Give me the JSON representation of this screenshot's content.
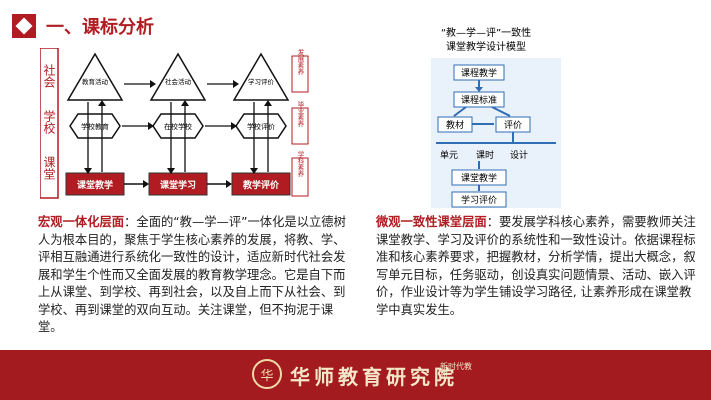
{
  "header": {
    "title": "一、课标分析"
  },
  "left_diagram": {
    "row_labels": [
      "社会",
      "学校",
      "课堂"
    ],
    "columns": [
      {
        "top": "教育活动",
        "middle": "学校教育",
        "bottom": "课堂教学"
      },
      {
        "top": "社会活动",
        "middle": "在校学校",
        "bottom": "课堂学习"
      },
      {
        "top": "学习评价",
        "middle": "学校评价",
        "bottom": "教学评价"
      }
    ],
    "side_labels": [
      "发展素养",
      "毕业素养",
      "学科素养"
    ]
  },
  "right_diagram": {
    "title_line1": "“教—学—评”一致性",
    "title_line2": "课堂教学设计模型",
    "nodes": {
      "course": "课程教学",
      "standard": "课程标准",
      "textbook": "教材",
      "evaluation": "评价",
      "unit": "单元",
      "lesson": "课时",
      "design": "设计",
      "classroom": "课堂教学",
      "learn_eval": "学习评价"
    }
  },
  "paragraphs": {
    "left_lead": "宏观一体化层面",
    "left_body": "：全面的“教—学—评”一体化是以立德树人为根本目的，聚焦于学生核心素养的发展，将教、学、评相互融通进行系统化一致性的设计，适应新时代社会发展和学生个性而又全面发展的教育教学理念。它是自下而上从课堂、到学校、再到社会，以及自上而下从社会、到学校、再到课堂的双向互动。关注课堂，但不拘泥于课堂。",
    "right_lead": "微观一致性课堂层面",
    "right_body": "：要发展学科核心素养，需要教师关注课堂教学、学习及评价的系统性和一致性设计。依据课程标准和核心素养要求，把握教材，分析学情，提出大概念，叙写单元目标，任务驱动，创设真实问题情景、活动、嵌入评价，作业设计等为学生铺设学习路径, 让素养形成在课堂教学中真实发生。"
  },
  "footer": {
    "name": "华师教育研究院",
    "logo_char": "华",
    "seal_text": "新时代教研"
  },
  "colors": {
    "primary": "#b01c22",
    "footer": "#a31a1f",
    "accent_blue": "#2f6db5"
  }
}
